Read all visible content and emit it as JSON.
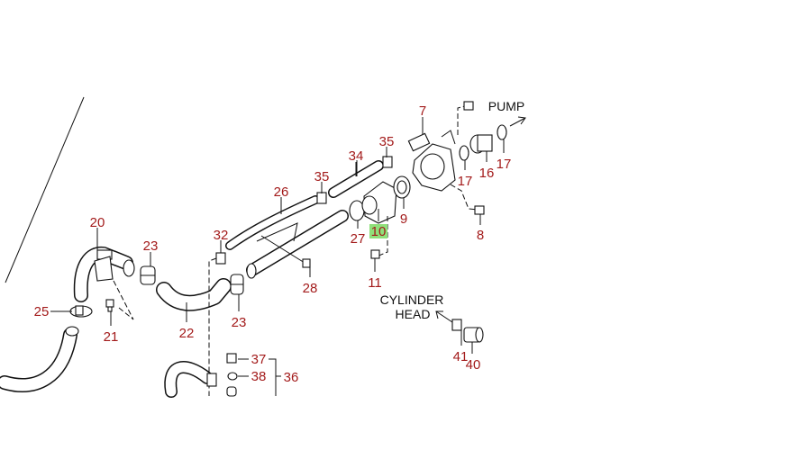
{
  "diagram": {
    "label_color": "#a31b1b",
    "highlight_color": "#8fe07a",
    "callouts": {
      "c7": "7",
      "c35a": "35",
      "c34": "34",
      "c16": "16",
      "c17a": "17",
      "c17b": "17",
      "c35b": "35",
      "c26": "26",
      "c9": "9",
      "c8": "8",
      "c27": "27",
      "c10": "10",
      "c20": "20",
      "c23a": "23",
      "c32": "32",
      "c28": "28",
      "c11": "11",
      "c25": "25",
      "c21": "21",
      "c22": "22",
      "c23b": "23",
      "c41": "41",
      "c40": "40",
      "c37": "37",
      "c38": "38",
      "c36": "36"
    },
    "annotations": {
      "pump": "PUMP",
      "cylinder_head_line1": "CYLINDER",
      "cylinder_head_line2": "HEAD"
    },
    "highlighted_part": "10"
  }
}
